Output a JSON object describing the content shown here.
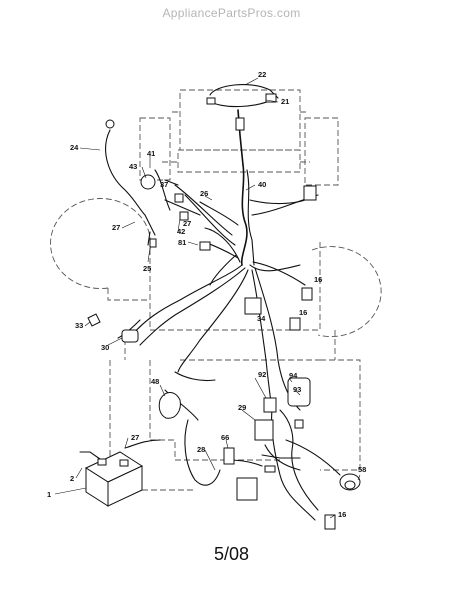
{
  "watermark": "AppliancePartsPros.com",
  "footer": "5/08",
  "callouts": [
    "22",
    "21",
    "24",
    "43",
    "41",
    "37",
    "40",
    "26",
    "27",
    "42",
    "27",
    "81",
    "25",
    "16",
    "33",
    "34",
    "16",
    "30",
    "48",
    "92",
    "94",
    "93",
    "29",
    "28",
    "66",
    "27",
    "2",
    "1",
    "58",
    "16"
  ]
}
